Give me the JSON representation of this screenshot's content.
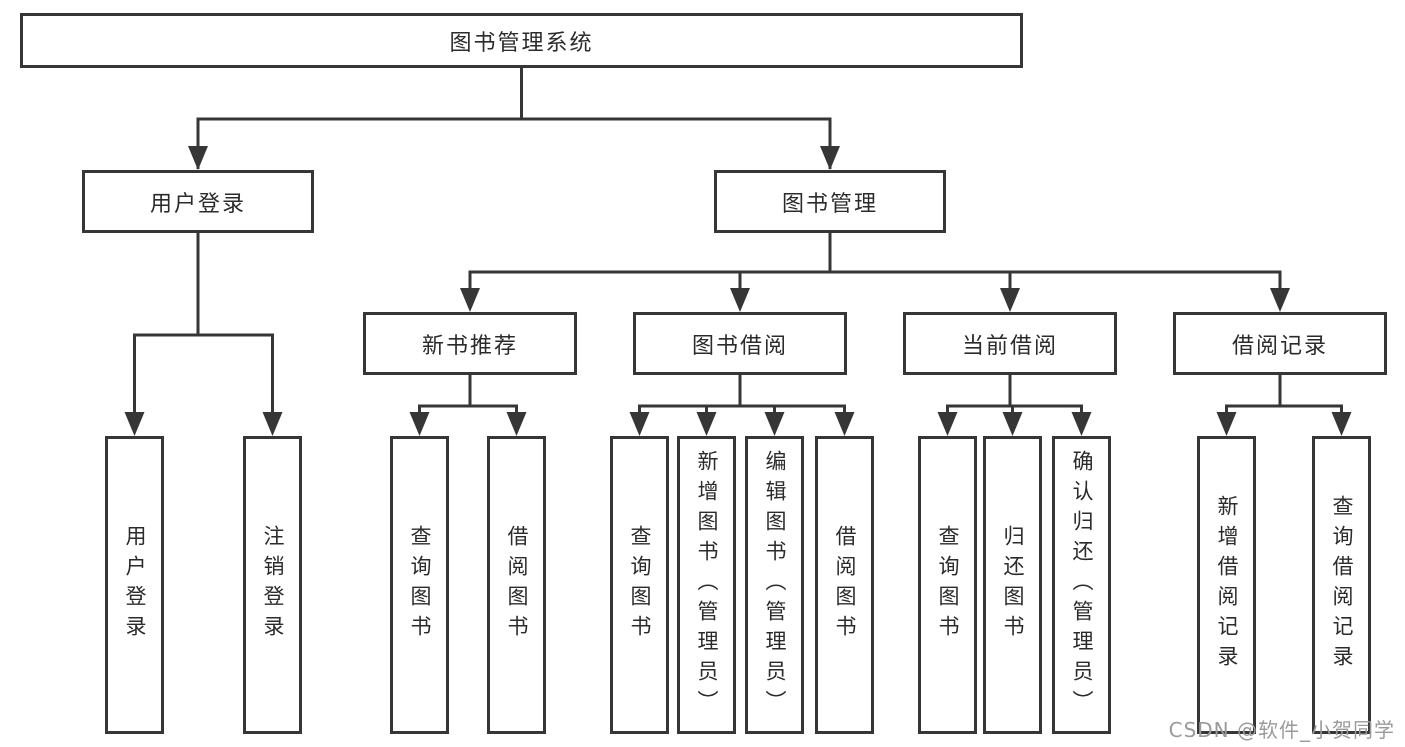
{
  "colors": {
    "line": "#363636",
    "box_border": "#363636",
    "box_background": "#ffffff",
    "text": "#2b2b2b",
    "watermark": "#9a9a9a"
  },
  "root": {
    "label": "图书管理系统"
  },
  "level2": [
    {
      "label": "用户登录",
      "parent": "图书管理系统"
    },
    {
      "label": "图书管理",
      "parent": "图书管理系统"
    }
  ],
  "level3": [
    {
      "label": "新书推荐",
      "parent": "图书管理"
    },
    {
      "label": "图书借阅",
      "parent": "图书管理"
    },
    {
      "label": "当前借阅",
      "parent": "图书管理"
    },
    {
      "label": "借阅记录",
      "parent": "图书管理"
    }
  ],
  "leaves": [
    {
      "label": "用户登录",
      "parent": "用户登录"
    },
    {
      "label": "注销登录",
      "parent": "用户登录"
    },
    {
      "label": "查询图书",
      "parent": "新书推荐"
    },
    {
      "label": "借阅图书",
      "parent": "新书推荐"
    },
    {
      "label": "查询图书",
      "parent": "图书借阅"
    },
    {
      "label": "新增图书（管理员）",
      "parent": "图书借阅"
    },
    {
      "label": "编辑图书（管理员）",
      "parent": "图书借阅"
    },
    {
      "label": "借阅图书",
      "parent": "图书借阅"
    },
    {
      "label": "查询图书",
      "parent": "当前借阅"
    },
    {
      "label": "归还图书",
      "parent": "当前借阅"
    },
    {
      "label": "确认归还（管理员）",
      "parent": "当前借阅"
    },
    {
      "label": "新增借阅记录",
      "parent": "借阅记录"
    },
    {
      "label": "查询借阅记录",
      "parent": "借阅记录"
    }
  ],
  "watermark": {
    "text": "CSDN @软件_小贺同学"
  }
}
